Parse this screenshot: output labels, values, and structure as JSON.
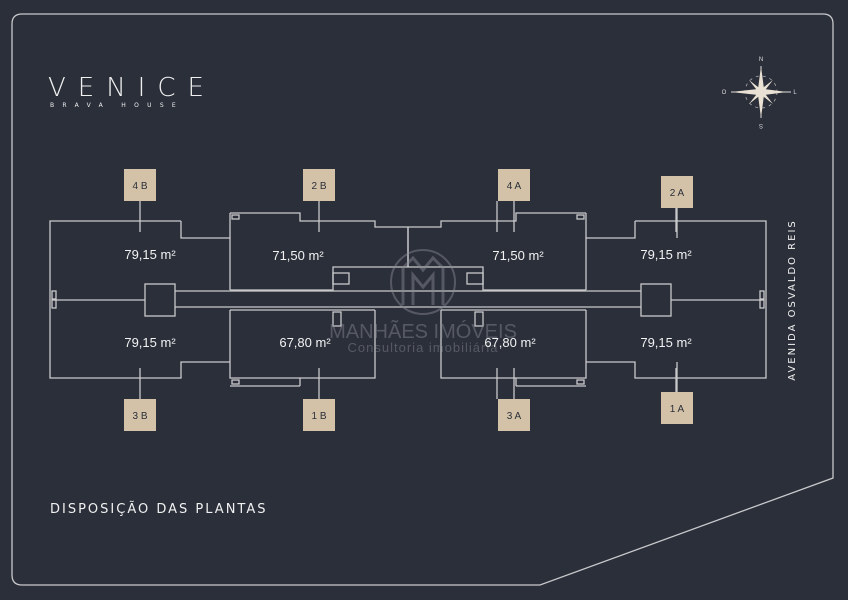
{
  "brand": {
    "name": "VENICE",
    "subtitle": "BRAVA HOUSE"
  },
  "compass": {
    "north": "N",
    "south": "S",
    "east": "L",
    "west": "O"
  },
  "units": [
    {
      "label": "4 B",
      "area": "79,15 m²"
    },
    {
      "label": "2 B",
      "area": "71,50 m²"
    },
    {
      "label": "4 A",
      "area": "71,50 m²"
    },
    {
      "label": "2 A",
      "area": "79,15 m²"
    },
    {
      "label": "3 B",
      "area": "79,15 m²"
    },
    {
      "label": "1 B",
      "area": "67,80 m²"
    },
    {
      "label": "3 A",
      "area": "67,80 m²"
    },
    {
      "label": "1 A",
      "area": "79,15 m²"
    }
  ],
  "street": "AVENIDA OSVALDO REIS",
  "section_title": "DISPOSIÇÃO DAS PLANTAS",
  "watermark": {
    "name": "MANHÃES IMÓVEIS",
    "tagline": "Consultoria imobiliária"
  },
  "colors": {
    "background": "#2b2f3a",
    "label_box": "#d3c2a7",
    "lines": "#c9c9cc"
  }
}
